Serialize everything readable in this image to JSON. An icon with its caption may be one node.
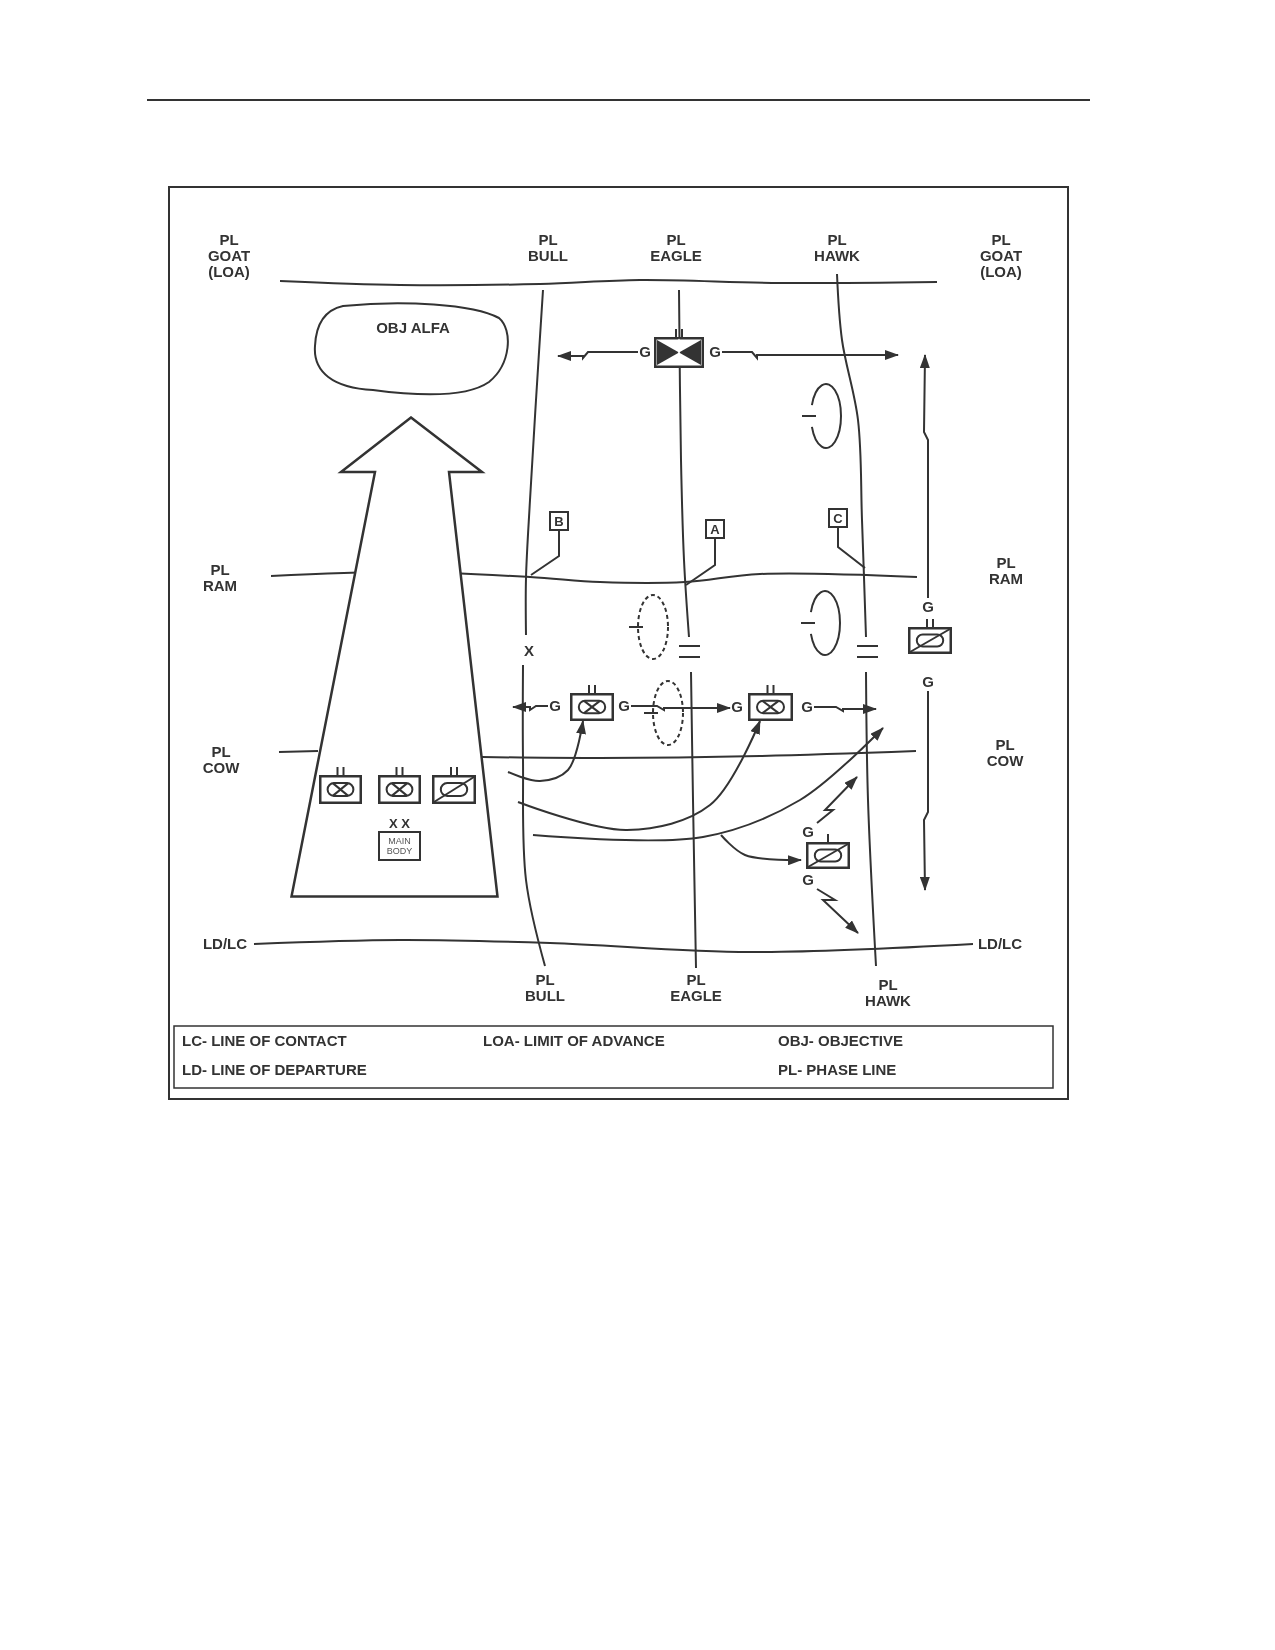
{
  "diagram": {
    "nodes": [
      {
        "text": [
          "OBJ ALFA"
        ]
      },
      {
        "text": [],
        "shape": "box",
        "beside": [
          "G",
          "G"
        ]
      },
      {
        "text": [],
        "shape": "arrow"
      },
      {
        "text": [
          "B"
        ]
      },
      {
        "text": [
          "A"
        ]
      },
      {
        "text": [
          "C"
        ]
      },
      {
        "text": [],
        "shape": "box",
        "beside": [
          "G",
          "G"
        ]
      },
      {
        "text": [],
        "shape": "box",
        "beside": [
          "G",
          "G"
        ]
      },
      {
        "text": [],
        "shape": "box",
        "beside": [
          "G",
          "G"
        ]
      },
      {
        "text": [],
        "shape": "box",
        "in": 2
      },
      {
        "text": [],
        "shape": "box",
        "in": 2
      },
      {
        "text": [],
        "shape": "box",
        "in": 2
      },
      {
        "text": [
          "X X",
          "MAIN BODY"
        ],
        "in": 2
      },
      {
        "text": [],
        "shape": "box",
        "beside": [
          "G",
          "G"
        ]
      }
    ],
    "edges": [
      {
        "from": 1,
        "to": null,
        "arrow": "to"
      },
      {
        "from": 1,
        "to": null,
        "arrow": "to"
      },
      {
        "from": 3,
        "to": null,
        "arrow": "none"
      },
      {
        "from": 4,
        "to": null,
        "arrow": "none"
      },
      {
        "from": 5,
        "to": null,
        "arrow": "none"
      },
      {
        "from": 6,
        "to": null,
        "arrow": "to"
      },
      {
        "from": 6,
        "to": null,
        "arrow": "to"
      },
      {
        "from": 7,
        "to": null,
        "arrow": "to"
      },
      {
        "from": 7,
        "to": 8,
        "arrow": "to"
      },
      {
        "from": 8,
        "to": null,
        "arrow": "to"
      },
      {
        "from": null,
        "to": 7,
        "arrow": "to"
      },
      {
        "from": null,
        "to": 8,
        "arrow": "to"
      },
      {
        "from": 13,
        "to": null,
        "arrow": "to"
      },
      {
        "from": 13,
        "to": null,
        "arrow": "to"
      },
      {
        "from": null,
        "to": 13,
        "arrow": "to"
      }
    ],
    "labels": [
      "PL GOAT (LOA)",
      "PL BULL",
      "PL EAGLE",
      "PL HAWK",
      "PL GOAT (LOA)",
      "PL RAM",
      "PL RAM",
      "X",
      "PL COW",
      "PL COW",
      "LD/LC",
      "LD/LC",
      "PL BULL",
      "PL EAGLE",
      "PL HAWK",
      "LC- LINE OF CONTACT",
      "LOA- LIMIT OF ADVANCE",
      "OBJ- OBJECTIVE",
      "LD- LINE OF DEPARTURE",
      "PL- PHASE LINE"
    ]
  }
}
